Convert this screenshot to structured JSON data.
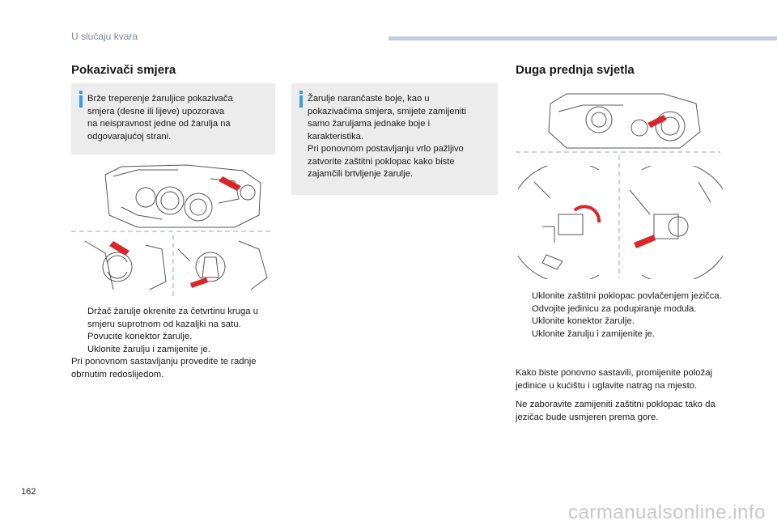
{
  "header": {
    "section": "U slučaju kvara"
  },
  "left": {
    "title": "Pokazivači smjera",
    "note": "Brže treperenje žaruljice pokazivača\nsmjera (desne ili lijeve) upozorava\nna neispravnost jedne od žarulja na\nodgovarajućoj strani.",
    "steps": [
      "Držač žarulje okrenite za četvrtinu kruga u smjeru suprotnom od kazaljki na satu.",
      "Povucite konektor žarulje.",
      "Uklonite žarulju i zamijenite je."
    ],
    "closing": "Pri ponovnom sastavljanju provedite te radnje obrnutim redoslijedom."
  },
  "middle": {
    "note": "Žarulje narančaste boje, kao u\npokazivačima smjera, smijete zamijeniti\nsamo žaruljama jednake boje i\nkarakteristika.\nPri ponovnom postavljanju vrlo pažljivo\nzatvorite zaštitni poklopac kako biste\nzajamčili brtvljenje žarulje."
  },
  "right": {
    "title": "Duga prednja svjetla",
    "steps": [
      "Uklonite zaštitni poklopac povlačenjem jezičca.",
      "Odvojite jedinicu za podupiranje modula.",
      "Uklonite konektor žarulje.",
      "Uklonite žarulju i zamijenite je."
    ],
    "para1": "Kako biste ponovno sastavili, promijenite položaj jedinice u kućištu i uglavite natrag na mjesto.",
    "para2": "Ne zaboravite zamijeniti zaštitni poklopac tako da jezičac bude usmjeren prema gore."
  },
  "bullet_glyph": "",
  "page_number": "162",
  "watermark": "carmanualsonline.info",
  "colors": {
    "accent_bar": "#c3cbe0",
    "note_bg": "#ececec",
    "info_icon": "#3d9be0",
    "arrow_red": "#d9262b"
  }
}
